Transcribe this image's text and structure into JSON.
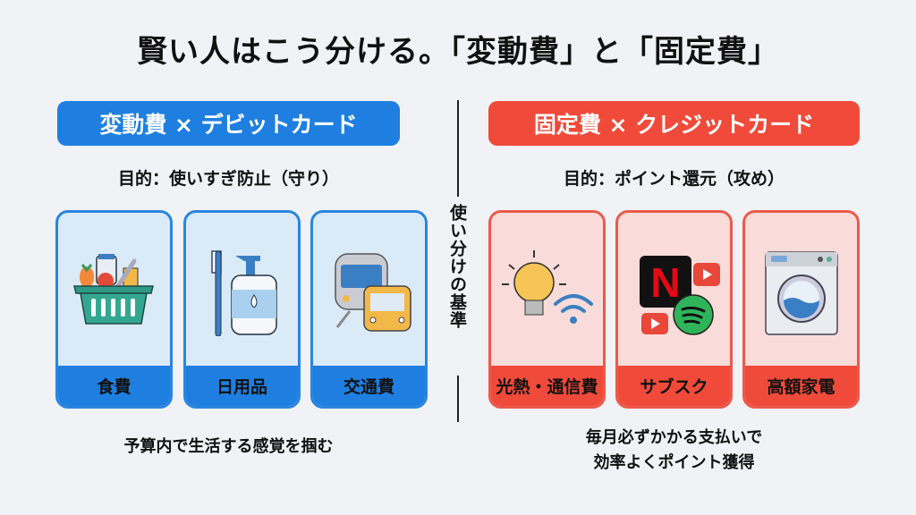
{
  "title": "賢い人はこう分ける。「変動費」と「固定費」",
  "left": {
    "banner": "変動費 × デビットカード",
    "purpose": "目的：使いすぎ防止（守り）",
    "cards": [
      {
        "label": "食費",
        "icon": "grocery-basket-icon"
      },
      {
        "label": "日用品",
        "icon": "toothbrush-soap-icon"
      },
      {
        "label": "交通費",
        "icon": "train-bus-icon"
      }
    ],
    "note": "予算内で生活する感覚を掴む",
    "color": "#1e7fe0"
  },
  "divider": "使い分けの基準",
  "right": {
    "banner": "固定費 × クレジットカード",
    "purpose": "目的：ポイント還元（攻め）",
    "cards": [
      {
        "label": "光熱・通信費",
        "icon": "lightbulb-wifi-icon"
      },
      {
        "label": "サブスク",
        "icon": "subscription-apps-icon"
      },
      {
        "label": "高額家電",
        "icon": "washing-machine-icon"
      }
    ],
    "note_lines": [
      "毎月必ずかかる支払いで",
      "効率よくポイント獲得"
    ],
    "color": "#f04a3a"
  }
}
